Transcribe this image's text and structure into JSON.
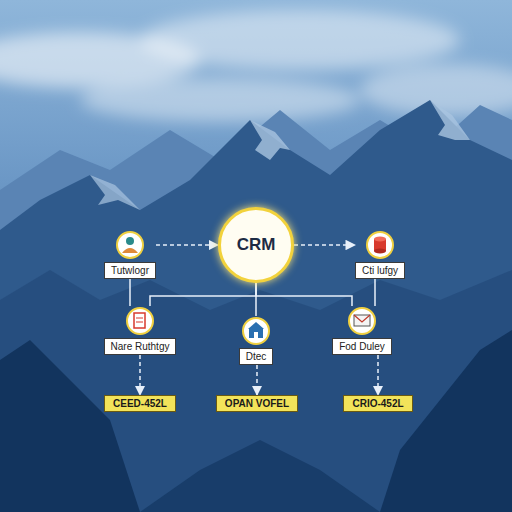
{
  "diagram": {
    "nodes": [
      {
        "text": [
          "Tutwlogr"
        ]
      },
      {
        "text": [
          "CRM"
        ]
      },
      {
        "text": [
          "Cti lufgy"
        ]
      },
      {
        "text": [
          "Nare Ruthtgy"
        ]
      },
      {
        "text": [
          "Dtec"
        ]
      },
      {
        "text": [
          "Fod Duley"
        ]
      },
      {
        "text": [
          "CEED-452L"
        ]
      },
      {
        "text": [
          "OPAN VOFEL"
        ]
      },
      {
        "text": [
          "CRIO-452L"
        ]
      }
    ],
    "edges": [
      {
        "from": 0,
        "to": 1,
        "arrow": "to"
      },
      {
        "from": 1,
        "to": 2,
        "arrow": "to"
      },
      {
        "from": 1,
        "to": 4,
        "arrow": "none"
      },
      {
        "from": 1,
        "to": 3,
        "arrow": "none"
      },
      {
        "from": 1,
        "to": 5,
        "arrow": "none"
      },
      {
        "from": 0,
        "to": 3,
        "arrow": "none"
      },
      {
        "from": 2,
        "to": 5,
        "arrow": "none"
      },
      {
        "from": 3,
        "to": 6,
        "arrow": "to"
      },
      {
        "from": 4,
        "to": 7,
        "arrow": "to"
      },
      {
        "from": 5,
        "to": 8,
        "arrow": "to"
      }
    ]
  }
}
